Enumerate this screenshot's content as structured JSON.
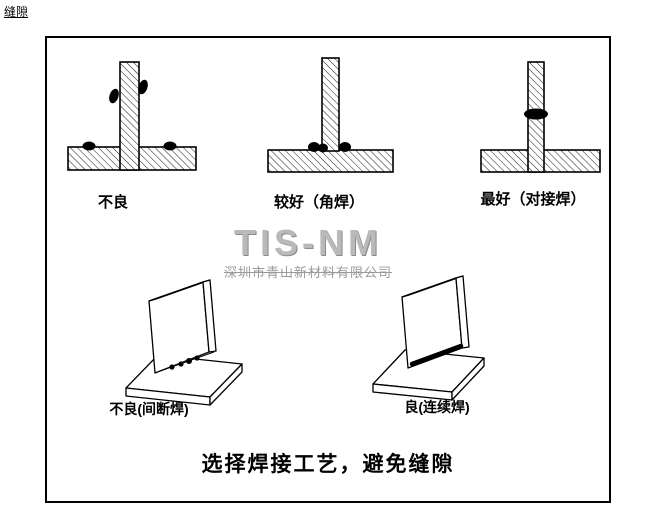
{
  "page": {
    "corner_label": "缝隙"
  },
  "top_row": {
    "items": [
      {
        "label": "不良"
      },
      {
        "label": "较好（角焊）"
      },
      {
        "label": "最好（对接焊）"
      }
    ]
  },
  "watermark": {
    "brand": "TIS-NM",
    "company": "深圳市青山新材料有限公司"
  },
  "bottom_row": {
    "items": [
      {
        "label": "不良(间断焊)"
      },
      {
        "label": "良(连续焊)"
      }
    ]
  },
  "caption": "选择焊接工艺，避免缝隙",
  "colors": {
    "line": "#000000",
    "weld": "#000000",
    "watermark": "#b9b9b9"
  }
}
